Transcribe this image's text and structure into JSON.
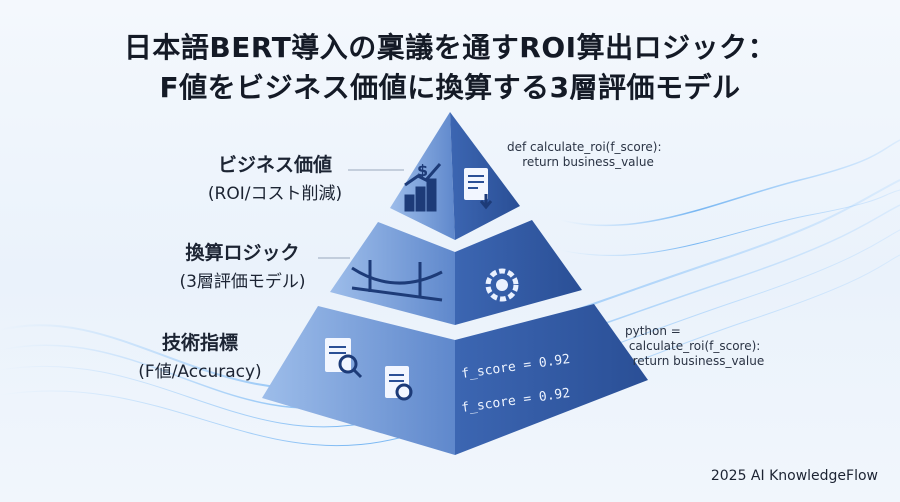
{
  "title": {
    "line1": "日本語BERT導入の稟議を通すROI算出ロジック：",
    "line2": "F値をビジネス価値に換算する3層評価モデル"
  },
  "tiers": [
    {
      "main": "ビジネス価値",
      "sub": "(ROI/コスト削減)"
    },
    {
      "main": "換算ロジック",
      "sub": "(3層評価モデル)"
    },
    {
      "main": "技術指標",
      "sub": "(F値/Accuracy)"
    }
  ],
  "code_top": {
    "line1": "def calculate_roi(f_score):",
    "line2": "return business_value"
  },
  "code_right": {
    "line1": "python =",
    "line2": "calculate_roi(f_score):",
    "line3": "return business_value"
  },
  "pyramid_text": {
    "fscore1": "f_score = 0.92",
    "fscore2": "f_score = 0.92"
  },
  "brand": "2025 AI KnowledgeFlow",
  "colors": {
    "pyramid_dark": "#2f5aa8",
    "pyramid_light": "#6f9ad8",
    "wave": "#5aa7f0"
  }
}
